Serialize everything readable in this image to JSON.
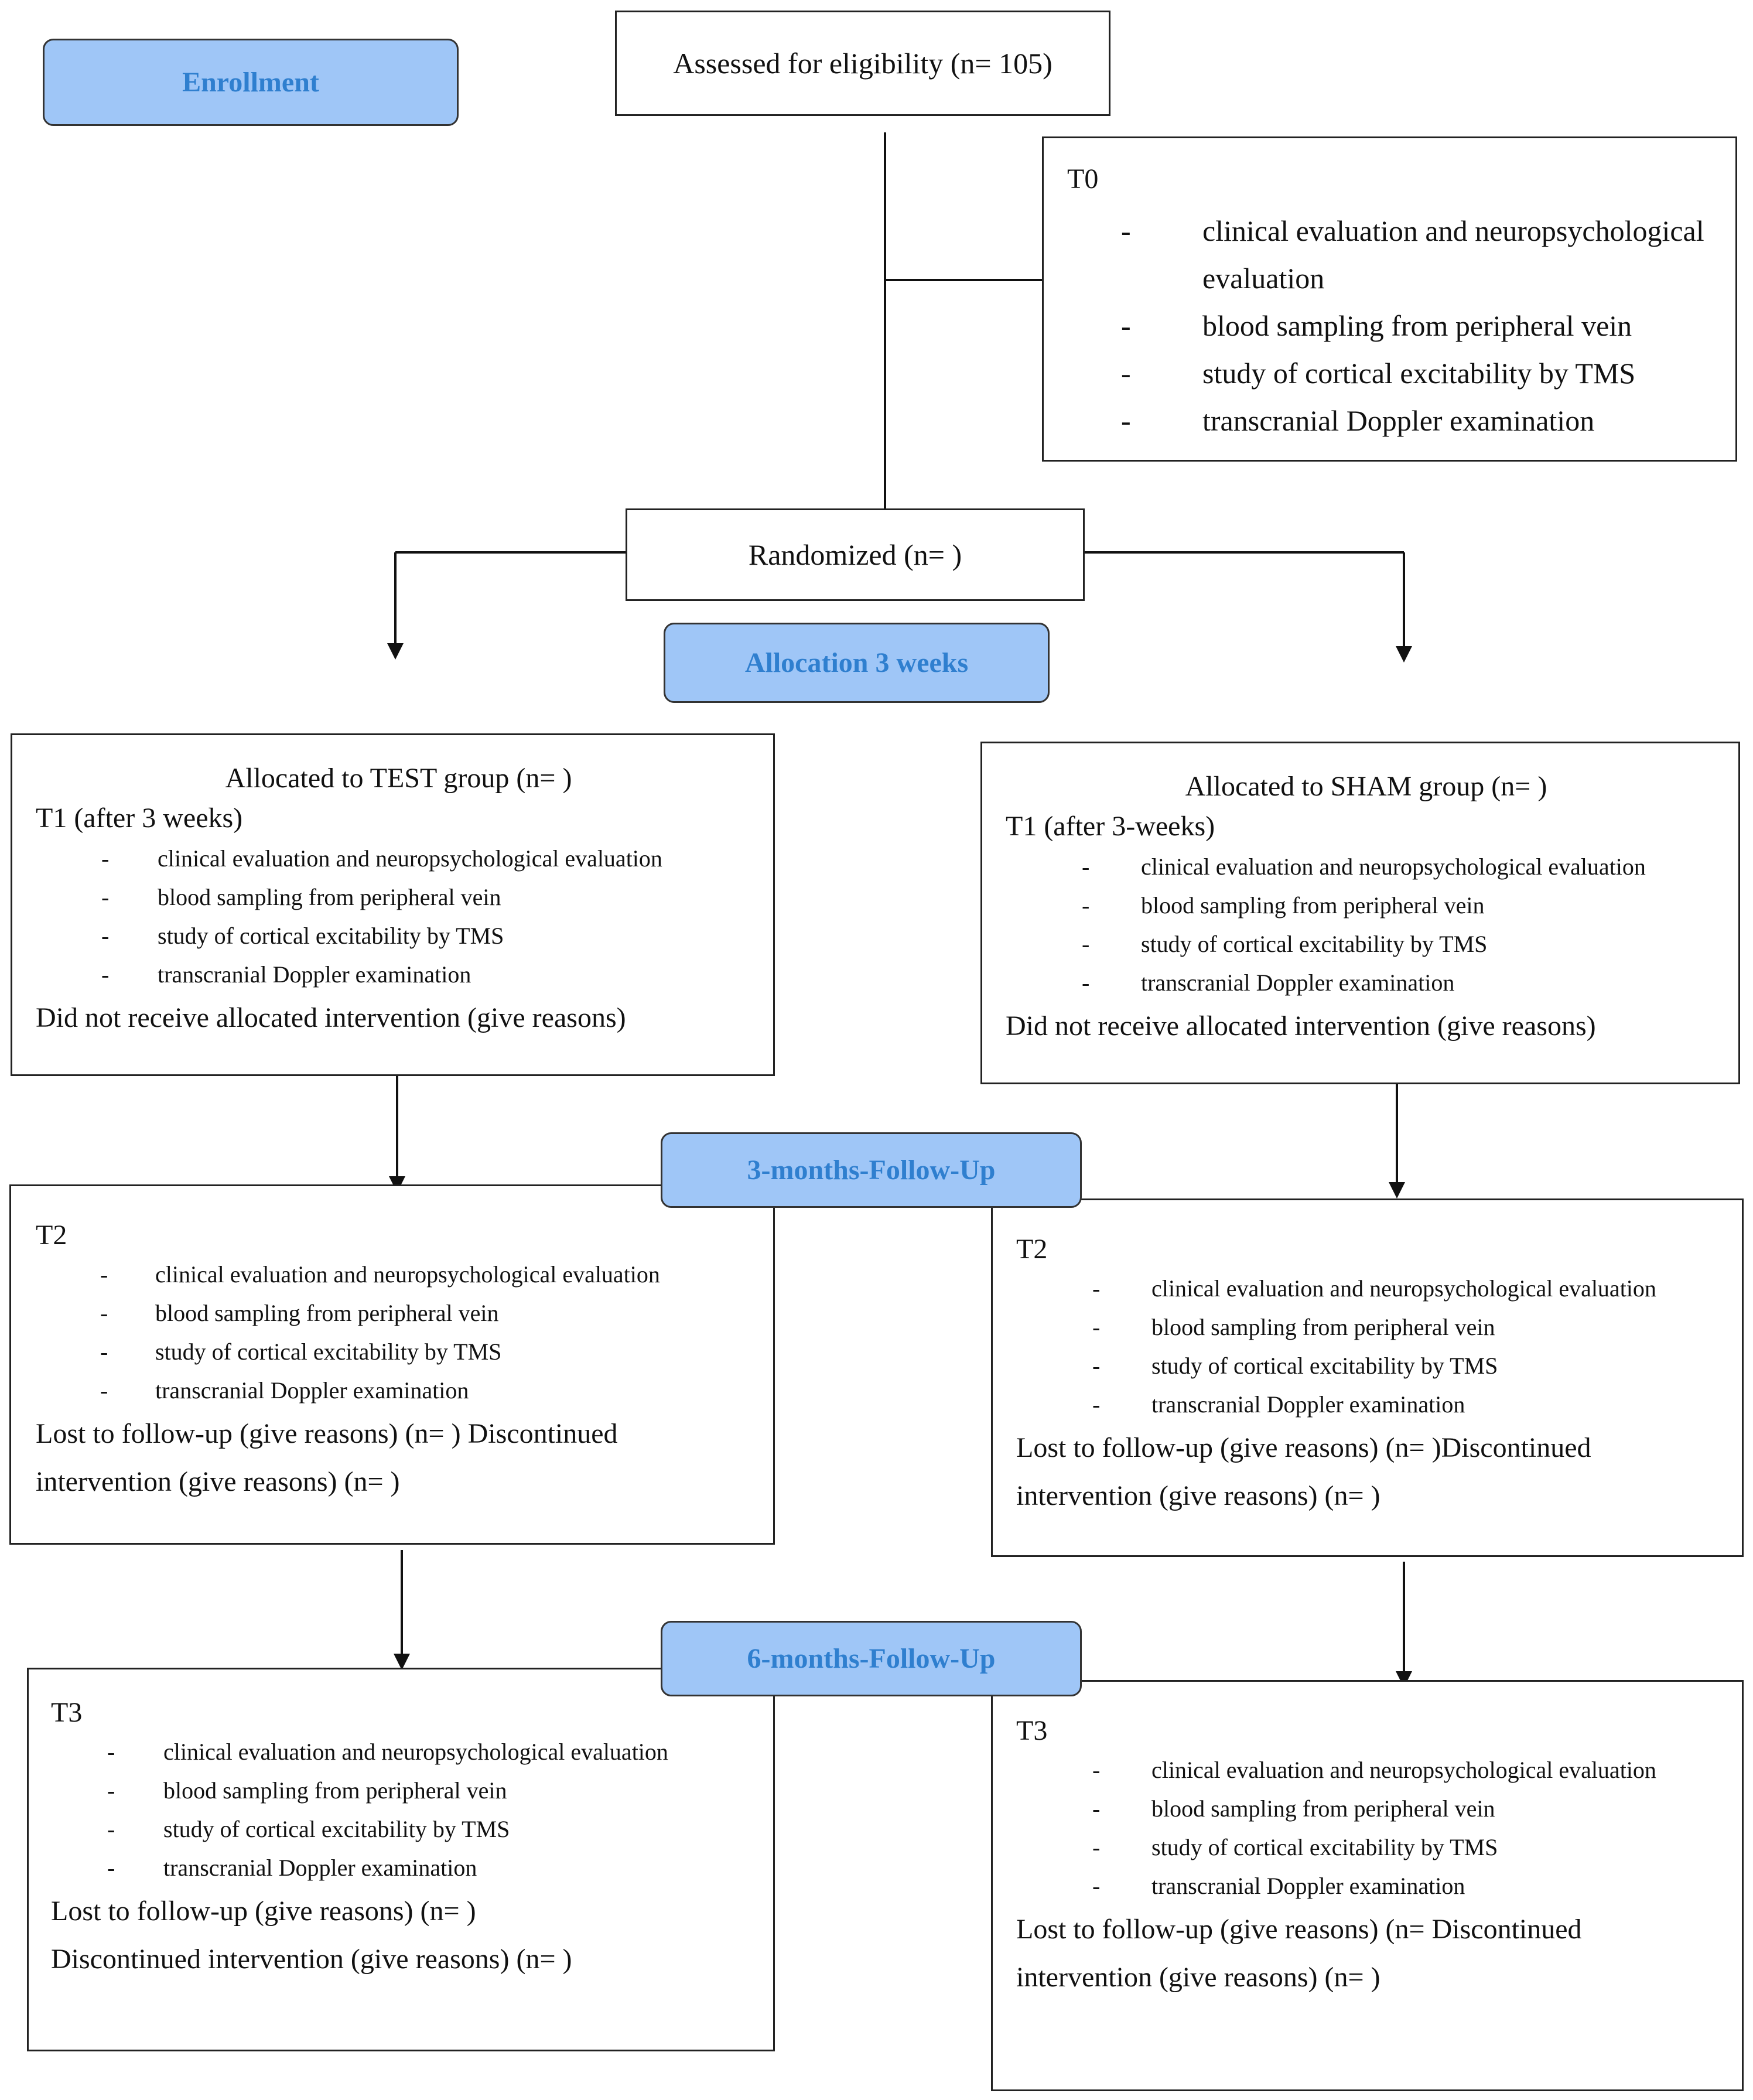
{
  "stages": {
    "enrollment": "Enrollment",
    "allocation": "Allocation 3 weeks",
    "followup3": "3-months-Follow-Up",
    "followup6": "6-months-Follow-Up"
  },
  "assessed": "Assessed for eligibility (n= 105)",
  "randomized": "Randomized (n=  )",
  "t0": {
    "label": "T0",
    "items": [
      "clinical evaluation and neuropsychological evaluation",
      "blood sampling from peripheral vein",
      "study of cortical excitability by TMS",
      "transcranial Doppler examination"
    ]
  },
  "test_t1": {
    "title": "Allocated to TEST group (n=  )",
    "label": "T1 (after 3 weeks)",
    "items": [
      "clinical evaluation and neuropsychological evaluation",
      "blood sampling from peripheral vein",
      "study of cortical excitability by TMS",
      "transcranial Doppler examination"
    ],
    "note": "Did not receive allocated intervention (give reasons)"
  },
  "sham_t1": {
    "title": "Allocated to SHAM group (n=  )",
    "label": "T1 (after 3-weeks)",
    "items": [
      "clinical evaluation and neuropsychological evaluation",
      "blood sampling from peripheral vein",
      "study of cortical excitability by TMS",
      "transcranial Doppler examination"
    ],
    "note": "Did not receive allocated intervention (give reasons)"
  },
  "test_t2": {
    "label": "T2",
    "items": [
      "clinical evaluation and neuropsychological evaluation",
      "blood sampling from peripheral vein",
      "study of cortical excitability by TMS",
      "transcranial Doppler examination"
    ],
    "note": "Lost to follow-up (give reasons) (n=  ) Discontinued intervention (give reasons) (n=  )"
  },
  "sham_t2": {
    "label": "T2",
    "items": [
      "clinical evaluation and neuropsychological evaluation",
      "blood sampling from peripheral vein",
      "study of cortical excitability by TMS",
      "transcranial Doppler examination"
    ],
    "note": "Lost to follow-up (give reasons) (n=  )Discontinued intervention (give reasons) (n=  )"
  },
  "test_t3": {
    "label": "T3",
    "items": [
      "clinical evaluation and neuropsychological evaluation",
      "blood sampling from peripheral vein",
      "study of cortical excitability by TMS",
      "transcranial Doppler examination"
    ],
    "note1": "Lost to follow-up (give reasons) (n=  )",
    "note2": "Discontinued intervention (give reasons) (n=  )"
  },
  "sham_t3": {
    "label": "T3",
    "items": [
      "clinical evaluation and neuropsychological evaluation",
      "blood sampling from peripheral vein",
      "study of cortical excitability by TMS",
      "transcranial Doppler examination"
    ],
    "note": "Lost to follow-up (give reasons) (n=  Discontinued intervention (give reasons) (n=  )"
  }
}
